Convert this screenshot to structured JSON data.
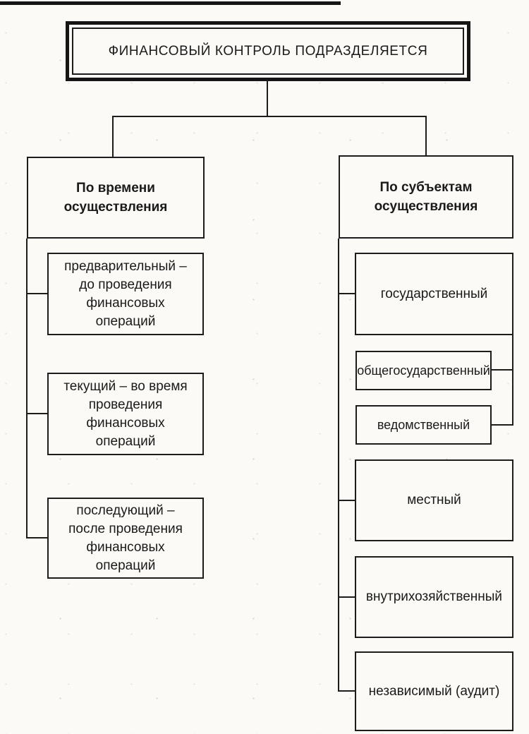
{
  "colors": {
    "ink": "#1c1c1c",
    "paper": "#fbfaf6"
  },
  "title": "ФИНАНСОВЫЙ КОНТРОЛЬ ПОДРАЗДЕЛЯЕТСЯ",
  "branches": {
    "by_time": {
      "header_lines": [
        "По времени",
        "осуществления"
      ],
      "items": [
        {
          "lines": [
            "предварительный –",
            "до проведения",
            "финансовых",
            "операций"
          ]
        },
        {
          "lines": [
            "текущий – во время",
            "проведения",
            "финансовых",
            "операций"
          ]
        },
        {
          "lines": [
            "последующий –",
            "после проведения",
            "финансовых",
            "операций"
          ]
        }
      ]
    },
    "by_subjects": {
      "header_lines": [
        "По субъектам",
        "осуществления"
      ],
      "items": [
        {
          "label": "государственный",
          "children": [
            "общегосударственный",
            "ведомственный"
          ]
        },
        {
          "label": "местный"
        },
        {
          "label": "внутрихозяйственный"
        },
        {
          "label": "независимый (аудит)"
        }
      ]
    }
  }
}
